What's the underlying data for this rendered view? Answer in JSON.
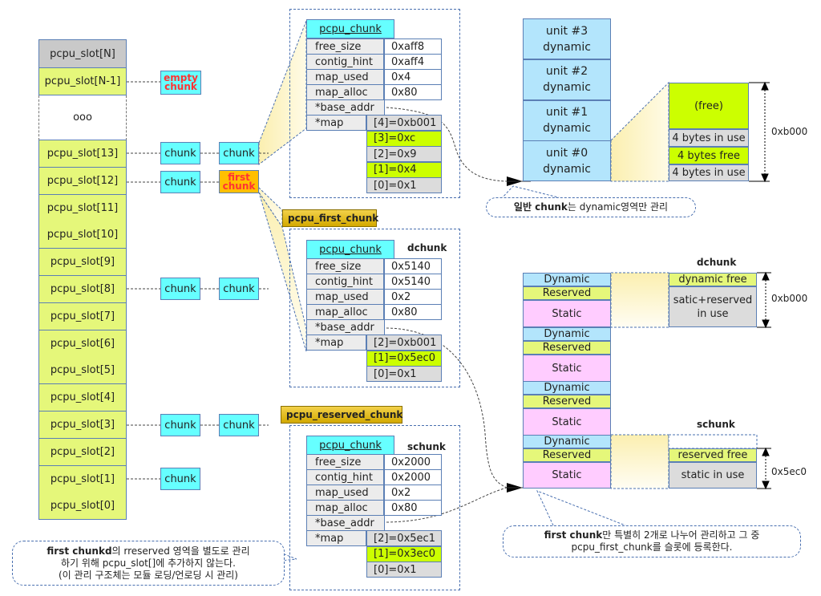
{
  "slots": {
    "top": "pcpu_slot[N]",
    "n_minus_1": "pcpu_slot[N-1]",
    "ellipsis": "ooo",
    "items": [
      "pcpu_slot[13]",
      "pcpu_slot[12]",
      "pcpu_slot[11]",
      "pcpu_slot[10]",
      "pcpu_slot[9]",
      "pcpu_slot[8]",
      "pcpu_slot[7]",
      "pcpu_slot[6]",
      "pcpu_slot[5]",
      "pcpu_slot[4]",
      "pcpu_slot[3]",
      "pcpu_slot[2]",
      "pcpu_slot[1]",
      "pcpu_slot[0]"
    ]
  },
  "chunks": {
    "empty_chunk": [
      "empty",
      "chunk"
    ],
    "chunk_label": "chunk",
    "first_chunk": [
      "first",
      "chunk"
    ]
  },
  "struct_fields": [
    "free_size",
    "contig_hint",
    "map_used",
    "map_alloc",
    "*base_addr",
    "*map"
  ],
  "struct_title": "pcpu_chunk",
  "normal_chunk": {
    "values": [
      "0xaff8",
      "0xaff4",
      "0x4",
      "0x80"
    ],
    "map": [
      "[4]=0xb001",
      "[3]=0xc",
      "[2]=0x9",
      "[1]=0x4",
      "[0]=0x1"
    ]
  },
  "first_chunk_struct": {
    "label": "pcpu_first_chunk",
    "name": "dchunk",
    "values": [
      "0x5140",
      "0x5140",
      "0x2",
      "0x80"
    ],
    "map": [
      "[2]=0xb001",
      "[1]=0x5ec0",
      "[0]=0x1"
    ]
  },
  "reserved_chunk_struct": {
    "label": "pcpu_reserved_chunk",
    "name": "schunk",
    "values": [
      "0x2000",
      "0x2000",
      "0x2",
      "0x80"
    ],
    "map": [
      "[2]=0x5ec1",
      "[1]=0x3ec0",
      "[0]=0x1"
    ]
  },
  "units": [
    [
      "unit #3",
      "dynamic"
    ],
    [
      "unit #2",
      "dynamic"
    ],
    [
      "unit #1",
      "dynamic"
    ],
    [
      "unit #0",
      "dynamic"
    ]
  ],
  "unit0_detail": {
    "cells": [
      "(free)",
      "4 bytes in use",
      "4 bytes free",
      "4 bytes in use"
    ],
    "size": "0xb000"
  },
  "callout_normal": {
    "bold": "일반 chunk",
    "rest": "는 dynamic영역만 관리"
  },
  "first_layout": {
    "dynamic": "Dynamic",
    "reserved": "Reserved",
    "static": "Static",
    "dchunk_title": "dchunk",
    "dchunk_cells": [
      "dynamic free",
      "satic+reserved in use"
    ],
    "dchunk_size": "0xb000",
    "schunk_title": "schunk",
    "schunk_cells": [
      "reserved free",
      "static in use"
    ],
    "schunk_size": "0x5ec0"
  },
  "callout_first": {
    "bold": "first chunk",
    "line1": "만 특별히 2개로 나누어 관리하고 그 중",
    "line2": "pcpu_first_chunk를 슬롯에 등록한다."
  },
  "callout_reserved": {
    "bold": "first chunkd",
    "line1": "의 rreserved 영역을 별도로 관리",
    "line2": "하기 위해 pcpu_slot[]에 추가하지 않는다.",
    "line3": "(이 관리 구조체는 모듈 로딩/언로딩 시 관리)"
  },
  "colors": {
    "slot": "#e5f77a",
    "chunk": "#66ffff",
    "first_chunk": "#ffbf00",
    "free": "#ccff00",
    "in_use": "#dcdcdc",
    "dynamic": "#b3e5fc",
    "static": "#ffccff",
    "red_text": "#ff3333"
  }
}
